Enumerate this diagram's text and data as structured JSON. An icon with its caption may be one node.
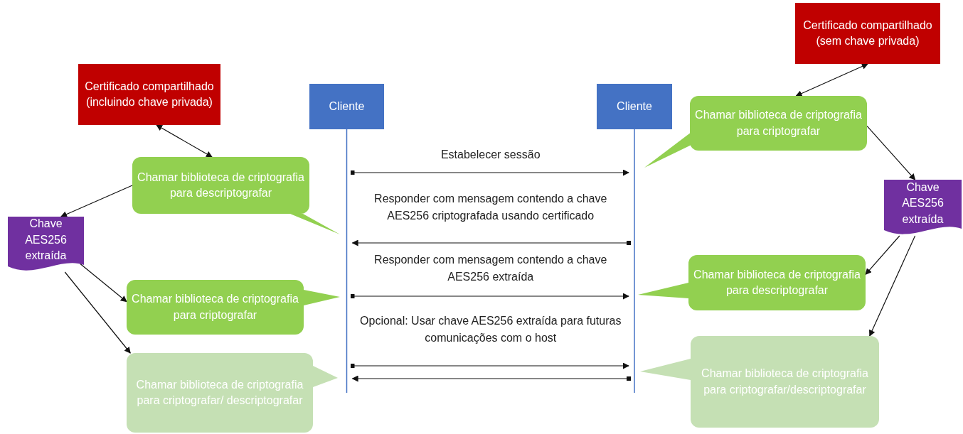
{
  "diagram": {
    "nodes": [
      {
        "text": [
          "Certificado compartilhado (incluindo chave privada)"
        ]
      },
      {
        "text": [
          "Chamar biblioteca de criptografia para descriptografar"
        ]
      },
      {
        "text": [
          "Chave AES256 extraída"
        ]
      },
      {
        "text": [
          "Chamar biblioteca de criptografia para criptografar"
        ]
      },
      {
        "text": [
          "Chamar biblioteca de criptografia para criptografar/ descriptografar"
        ]
      },
      {
        "text": [
          "Cliente"
        ]
      },
      {
        "text": [
          "Cliente"
        ]
      },
      {
        "text": [
          "Certificado compartilhado (sem chave privada)"
        ]
      },
      {
        "text": [
          "Chamar biblioteca de criptografia para criptografar"
        ]
      },
      {
        "text": [
          "Chave AES256 extraída"
        ]
      },
      {
        "text": [
          "Chamar biblioteca de criptografia para descriptografar"
        ]
      },
      {
        "text": [
          "Chamar biblioteca de criptografia para criptografar/descriptografar"
        ]
      }
    ],
    "edges": [
      {
        "from": 0,
        "to": 1,
        "arrow": "both"
      },
      {
        "from": 1,
        "to": 2,
        "arrow": "to"
      },
      {
        "from": 2,
        "to": 3,
        "arrow": "to"
      },
      {
        "from": 2,
        "to": 4,
        "arrow": "to"
      },
      {
        "from": 5,
        "to": 6,
        "arrow": "to",
        "label": "Estabelecer sessão"
      },
      {
        "from": 6,
        "to": 5,
        "arrow": "to",
        "label": "Responder com mensagem contendo a chave AES256 criptografada usando certificado"
      },
      {
        "from": 5,
        "to": 6,
        "arrow": "to",
        "label": "Responder com mensagem contendo a chave AES256 extraída"
      },
      {
        "from": 5,
        "to": 6,
        "arrow": "to",
        "label": "Opcional: Usar chave AES256 extraída para futuras comunicações com o host"
      },
      {
        "from": 6,
        "to": 5,
        "arrow": "to"
      },
      {
        "from": 7,
        "to": 8,
        "arrow": "both"
      },
      {
        "from": 8,
        "to": 9,
        "arrow": "to"
      },
      {
        "from": 9,
        "to": 10,
        "arrow": "to"
      },
      {
        "from": 9,
        "to": 11,
        "arrow": "to"
      }
    ]
  }
}
